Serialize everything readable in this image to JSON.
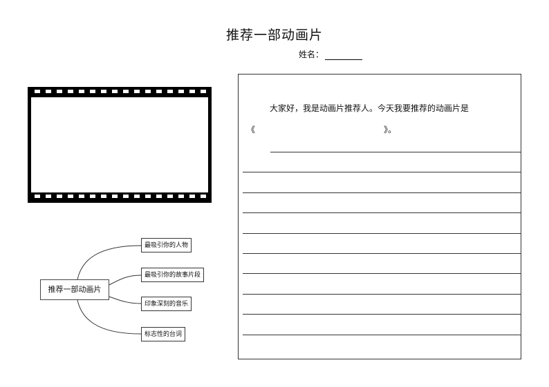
{
  "title": "推荐一部动画片",
  "name_label": "姓名：",
  "intro_text": "大家好，我是动画片推荐人。今天我要推荐的动画片是",
  "quote_open": "《",
  "quote_close": "》。",
  "mind_map": {
    "center": "推荐一部动画片",
    "branches": [
      "最吸引你的人物",
      "最吸引你的故事片段",
      "印象深刻的音乐",
      "标志性的台词"
    ]
  },
  "writing_lines": 10
}
